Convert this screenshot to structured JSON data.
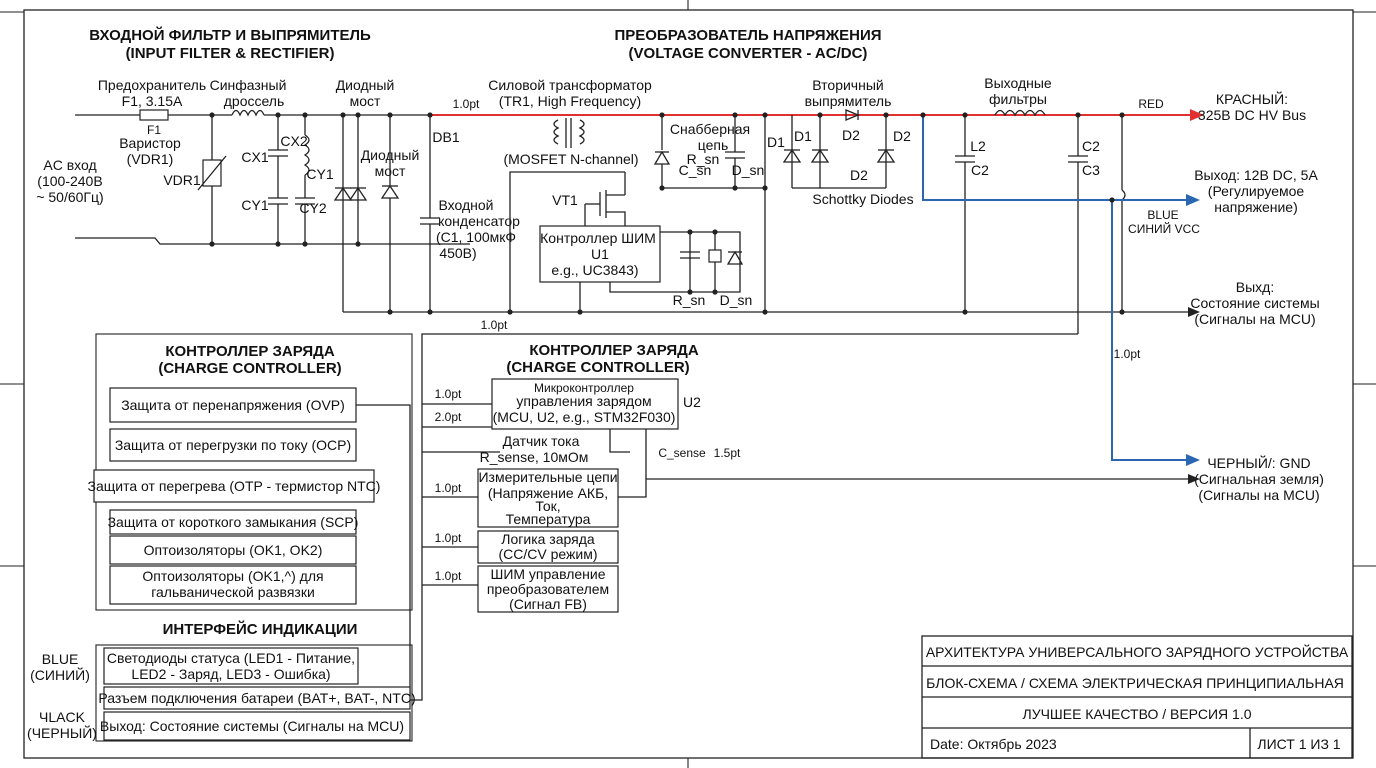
{
  "sections": {
    "input_title_ru": "ВХОДНОЙ ФИЛЬТР И ВЫПРЯМИТЕЛЬ",
    "input_title_en": "(INPUT FILTER & RECTIFIER)",
    "converter_title_ru": "ПРЕОБРАЗОВАТЕЛЬ НАПРЯЖЕНИЯ",
    "converter_title_en": "(VOLTAGE CONVERTER - AC/DC)",
    "charge_left_ru": "КОНТРОЛЛЕР ЗАРЯДА",
    "charge_left_en": "(CHARGE CONTROLLER)",
    "charge_mid_ru": "КОНТРОЛЛЕР ЗАРЯДА",
    "charge_mid_en": "(CHARGE CONTROLLER)",
    "indication_title": "ИНТЕРФЕЙС ИНДИКАЦИИ"
  },
  "input": {
    "ac_1": "AC вход",
    "ac_2": "(100-240В",
    "ac_3": "~ 50/60Гц)",
    "fuse_1": "Предохранитель",
    "fuse_2": "F1, 3.15A",
    "fuse_ref": "F1",
    "varistor_1": "Варистор",
    "varistor_2": "(VDR1)",
    "vdr_ref": "VDR1",
    "choke_1": "Синфазный",
    "choke_2": "дроссель",
    "cx1": "CX1",
    "cx2": "CX2",
    "cy1a": "CY1",
    "cy1b": "CY1",
    "cy2": "CY2",
    "bridge1_1": "Диодный",
    "bridge1_2": "мост",
    "bridge2_1": "Диодный",
    "bridge2_2": "мост"
  },
  "converter": {
    "db1": "DB1",
    "pt_top": "1.0pt",
    "pt_bottom": "1.0pt",
    "cap_1": "Входной",
    "cap_2": "конденсатор",
    "cap_3": "(C1, 100мкФ",
    "cap_4": "450В)",
    "trafo_1": "Силовой трансформатор",
    "trafo_2": "(TR1, High Frequency)",
    "mosfet": "(MOSFET N-channel)",
    "vt1": "VT1",
    "pwm_1": "Контроллер ШИМ",
    "pwm_2": "U1",
    "pwm_3": "e.g., UC3843)",
    "r_sn_low": "R_sn",
    "d_sn_low": "D_sn",
    "snubber_1": "Снабберная",
    "snubber_2": "цепь",
    "r_sn": "R_sn",
    "c_sn": "C_sn",
    "d_sn": "D_sn",
    "sec_1": "Вторичный",
    "sec_2": "выпрямитель",
    "d1a": "D1",
    "d1b": "D1",
    "d2a": "D2",
    "d2b": "D2",
    "d2c": "D2",
    "schottky": "Schottky Diodes",
    "outfilt_1": "Выходные",
    "outfilt_2": "фильтры",
    "l2": "L2",
    "c2a": "C2",
    "c2b": "C2",
    "c3": "C3",
    "red_label": "RED"
  },
  "outputs": {
    "red_1": "КРАСНЫЙ:",
    "red_2": "325В DC HV Bus",
    "v12_1": "Выход: 12В DC, 5A",
    "v12_2": "(Регулируемое",
    "v12_3": "напряжение)",
    "blue_1": "BLUE",
    "blue_2": "СИНИЙ VCC",
    "status_1": "Выхд:",
    "status_2": "Состояние системы",
    "status_3": "(Сигналы на MCU)",
    "pt_right": "1.0pt",
    "gnd_1": "ЧЕРНЫЙ/: GND",
    "gnd_2": "(Сигнальная земля)",
    "gnd_3": "(Сигналы на MCU)"
  },
  "charge_left_items": [
    "Защита от перенапряжения (OVP)",
    "Защита от перегрузки по току (OCP)",
    "Защита от перегрева (OTP - термистор NTC)",
    "Защита от короткого замыкания (SCP)",
    "Оптоизоляторы (OK1, OK2)",
    "Оптоизоляторы (OK1,^) для",
    "гальванической развязки"
  ],
  "charge_mid": {
    "mcu_1": "Микроконтроллер",
    "mcu_2": "управления зарядом",
    "mcu_3": "(MCU, U2, e.g., STM32F030)",
    "u2": "U2",
    "pt_1": "1.0pt",
    "pt_2": "2.0pt",
    "sense_1": "Датчик тока",
    "sense_2": "R_sense, 10мОм",
    "c_sense": "C_sense",
    "c_sense_pt": "1.5pt",
    "meas_1": "Измерительные цепи",
    "meas_2": "(Напряжение АКБ,",
    "meas_3": "Ток,",
    "meas_4": "Температура",
    "pt_3": "1.0pt",
    "logic_1": "Логика заряда",
    "logic_2": "(CC/CV режим)",
    "pt_4": "1.0pt",
    "pwmctl_1": "ШИМ управление",
    "pwmctl_2": "преобразователем",
    "pwmctl_3": "(Сигнал FB)",
    "pt_5": "1.0pt"
  },
  "indication": {
    "blue_1": "BLUE",
    "blue_2": "(СИНИЙ)",
    "black_1": "ЧLACK",
    "black_2": "(ЧЕРНЫЙ)",
    "led_1": "Светодиоды статуса (LED1 - Питание,",
    "led_2": "LED2 - Заряд, LED3 - Ошибка)",
    "battery": "Разъем подключения батареи (BAT+, BAT-, NTC)",
    "output": "Выход: Состояние системы (Сигналы на MCU)"
  },
  "title_block": {
    "title": "АРХИТЕКТУРА УНИВЕРСАЛЬНОГО ЗАРЯДНОГО УСТРОЙСТВА",
    "subtitle": "БЛОК-СХЕМА /  СХЕМА ЭЛЕКТРИЧЕСКАЯ ПРИНЦИПИАЛЬНАЯ",
    "quality": "ЛУЧШЕЕ КАЧЕСТВО / ВЕРСИЯ 1.0",
    "date": "Date: Октябрь 2023",
    "sheet": "ЛИСТ 1 ИЗ 1"
  },
  "colors": {
    "red": "#e03030",
    "blue": "#2a67b0",
    "line": "#222222"
  }
}
